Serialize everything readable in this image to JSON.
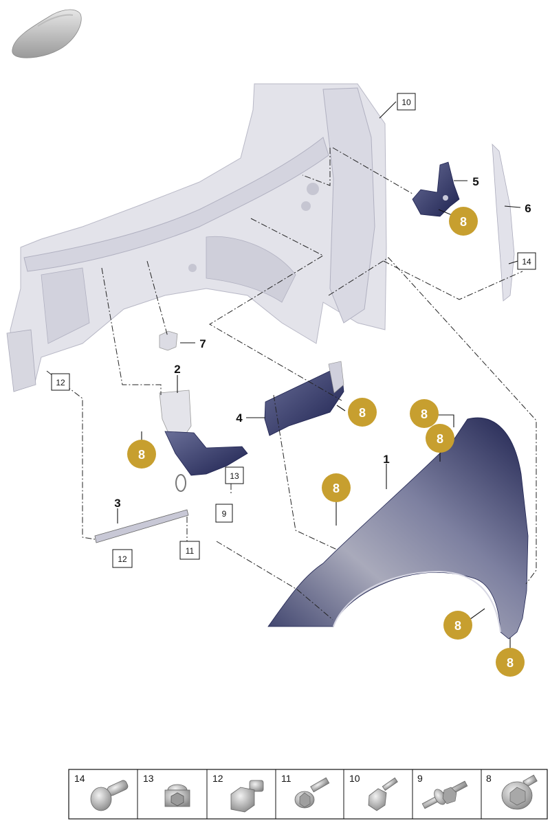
{
  "callouts": {
    "c1": "1",
    "c2": "2",
    "c3": "3",
    "c4": "4",
    "c5": "5",
    "c6": "6",
    "c7": "7"
  },
  "boxed_refs": {
    "b10": "10",
    "b14": "14",
    "b12a": "12",
    "b12b": "12",
    "b13": "13",
    "b9": "9",
    "b11": "11"
  },
  "fastener_badges": [
    "8",
    "8",
    "8",
    "8",
    "8",
    "8",
    "8",
    "8"
  ],
  "legend": {
    "items": [
      {
        "label": "14",
        "icon": "mushroom-head-clip"
      },
      {
        "label": "13",
        "icon": "hex-socket-nut"
      },
      {
        "label": "12",
        "icon": "hex-nut"
      },
      {
        "label": "11",
        "icon": "flange-bolt"
      },
      {
        "label": "10",
        "icon": "screw"
      },
      {
        "label": "9",
        "icon": "long-flange-bolt"
      },
      {
        "label": "8",
        "icon": "hex-flange-bolt"
      }
    ]
  },
  "colors": {
    "badge": "#c79f2f",
    "body_gray": "#dedee6",
    "part_navy": "#2f3460",
    "fender_light": "#c8c8d2"
  }
}
